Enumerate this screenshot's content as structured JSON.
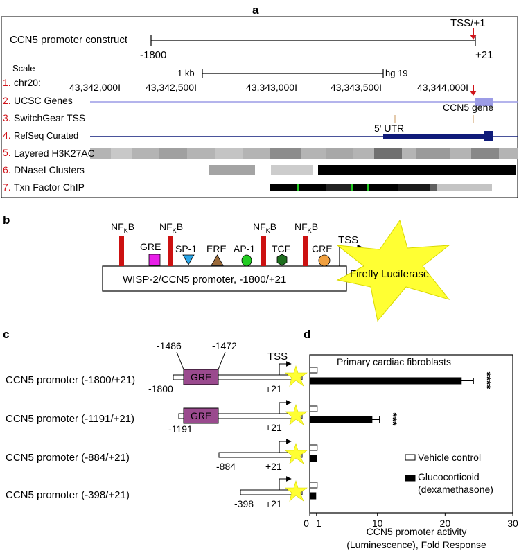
{
  "panel_a": {
    "label": "a",
    "construct_label": "CCN5 promoter construct",
    "tss_label": "TSS/+1",
    "start_label": "-1800",
    "end_label": "+21",
    "scale_label": "Scale",
    "kb_label": "1 kb",
    "assembly_label": "hg 19",
    "tracks": [
      {
        "num": "1.",
        "name": "chr20:"
      },
      {
        "num": "2.",
        "name": "UCSC Genes"
      },
      {
        "num": "3.",
        "name": "SwitchGear TSS"
      },
      {
        "num": "4.",
        "name": "RefSeq Curated"
      },
      {
        "num": "5.",
        "name": "Layered H3K27AC"
      },
      {
        "num": "6.",
        "name": "DNaseI Clusters"
      },
      {
        "num": "7.",
        "name": "Txn Factor ChIP"
      }
    ],
    "coords": [
      "43,342,000I",
      "43,342,500I",
      "43,343,000I",
      "43,343,500I",
      "43,344,000I"
    ],
    "gene_label": "CCN5 gene",
    "utr_label": "5' UTR",
    "colors": {
      "ucsc": "#9c9ce6",
      "refseq": "#0f1b7a",
      "arrow": "#d0141a"
    }
  },
  "panel_b": {
    "label": "b",
    "promoter_label": "WISP-2/CCN5 promoter, -1800/+21",
    "luciferase_label": "Firefly Luciferase",
    "tss_label": "TSS",
    "nfkb_main": "NF",
    "nfkb_sub": "K",
    "nfkb_end": "B",
    "elements": [
      {
        "name": "GRE",
        "color": "#e81ee8"
      },
      {
        "name": "SP-1",
        "color": "#2aa6e8"
      },
      {
        "name": "ERE",
        "color": "#9a6a3a"
      },
      {
        "name": "AP-1",
        "color": "#22cc22"
      },
      {
        "name": "TCF",
        "color": "#1e6e1e"
      },
      {
        "name": "CRE",
        "color": "#f0a040"
      }
    ],
    "nfkb_color": "#cc1111",
    "star_color": "#ffff33"
  },
  "panel_c": {
    "label": "c",
    "tss_label": "TSS",
    "gre_label": "GRE",
    "gre_start": "-1486",
    "gre_end": "-1472",
    "gre_color": "#9a4a8e",
    "constructs": [
      {
        "name": "CCN5 promoter (-1800/+21)",
        "start": "-1800",
        "end": "+21"
      },
      {
        "name": "CCN5 promoter (-1191/+21)",
        "start": "-1191",
        "end": "+21"
      },
      {
        "name": "CCN5 promoter (-884/+21)",
        "start": "-884",
        "end": "+21"
      },
      {
        "name": "CCN5 promoter (-398/+21)",
        "start": "-398",
        "end": "+21"
      }
    ]
  },
  "panel_d": {
    "label": "d"
  },
  "chart_data": {
    "type": "bar",
    "orientation": "horizontal",
    "title": "Primary cardiac fibroblasts",
    "categories": [
      "CCN5 promoter (-1800/+21)",
      "CCN5 promoter (-1191/+21)",
      "CCN5 promoter (-884/+21)",
      "CCN5 promoter (-398/+21)"
    ],
    "series": [
      {
        "name": "Vehicle control",
        "values": [
          1,
          1,
          1,
          1
        ],
        "errors": [
          0,
          0,
          0,
          0
        ],
        "color": "#ffffff"
      },
      {
        "name": "Glucocorticoid (dexamethasone)",
        "values": [
          22.4,
          9.2,
          1.0,
          0.9
        ],
        "errors": [
          1.8,
          1.1,
          0.1,
          0.1
        ],
        "color": "#000000"
      }
    ],
    "significance": [
      "****",
      "***",
      "",
      ""
    ],
    "legend": [
      "Vehicle control",
      "Glucocorticoid",
      "(dexamethasone)"
    ],
    "xlabel_lines": [
      "CCN5 promoter activity",
      "(Luminescence), Fold Response"
    ],
    "xticks": [
      "0",
      "1",
      "10",
      "20",
      "30"
    ],
    "xlim": [
      0,
      30
    ],
    "legend_position": "bottom-right"
  }
}
